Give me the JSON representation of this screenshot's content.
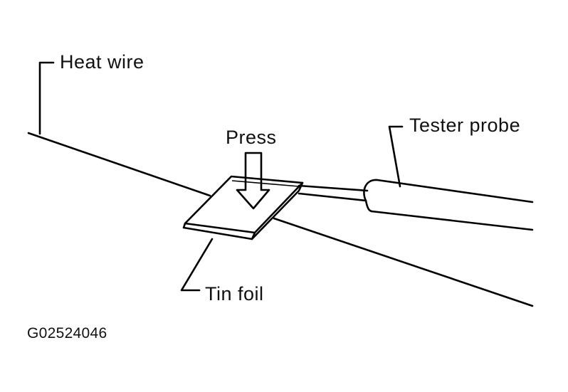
{
  "labels": {
    "heat_wire": "Heat wire",
    "press": "Press",
    "tester_probe": "Tester probe",
    "tin_foil": "Tin foil"
  },
  "figure_code": "G02524046",
  "colors": {
    "ink": "#000000",
    "background": "#ffffff"
  }
}
